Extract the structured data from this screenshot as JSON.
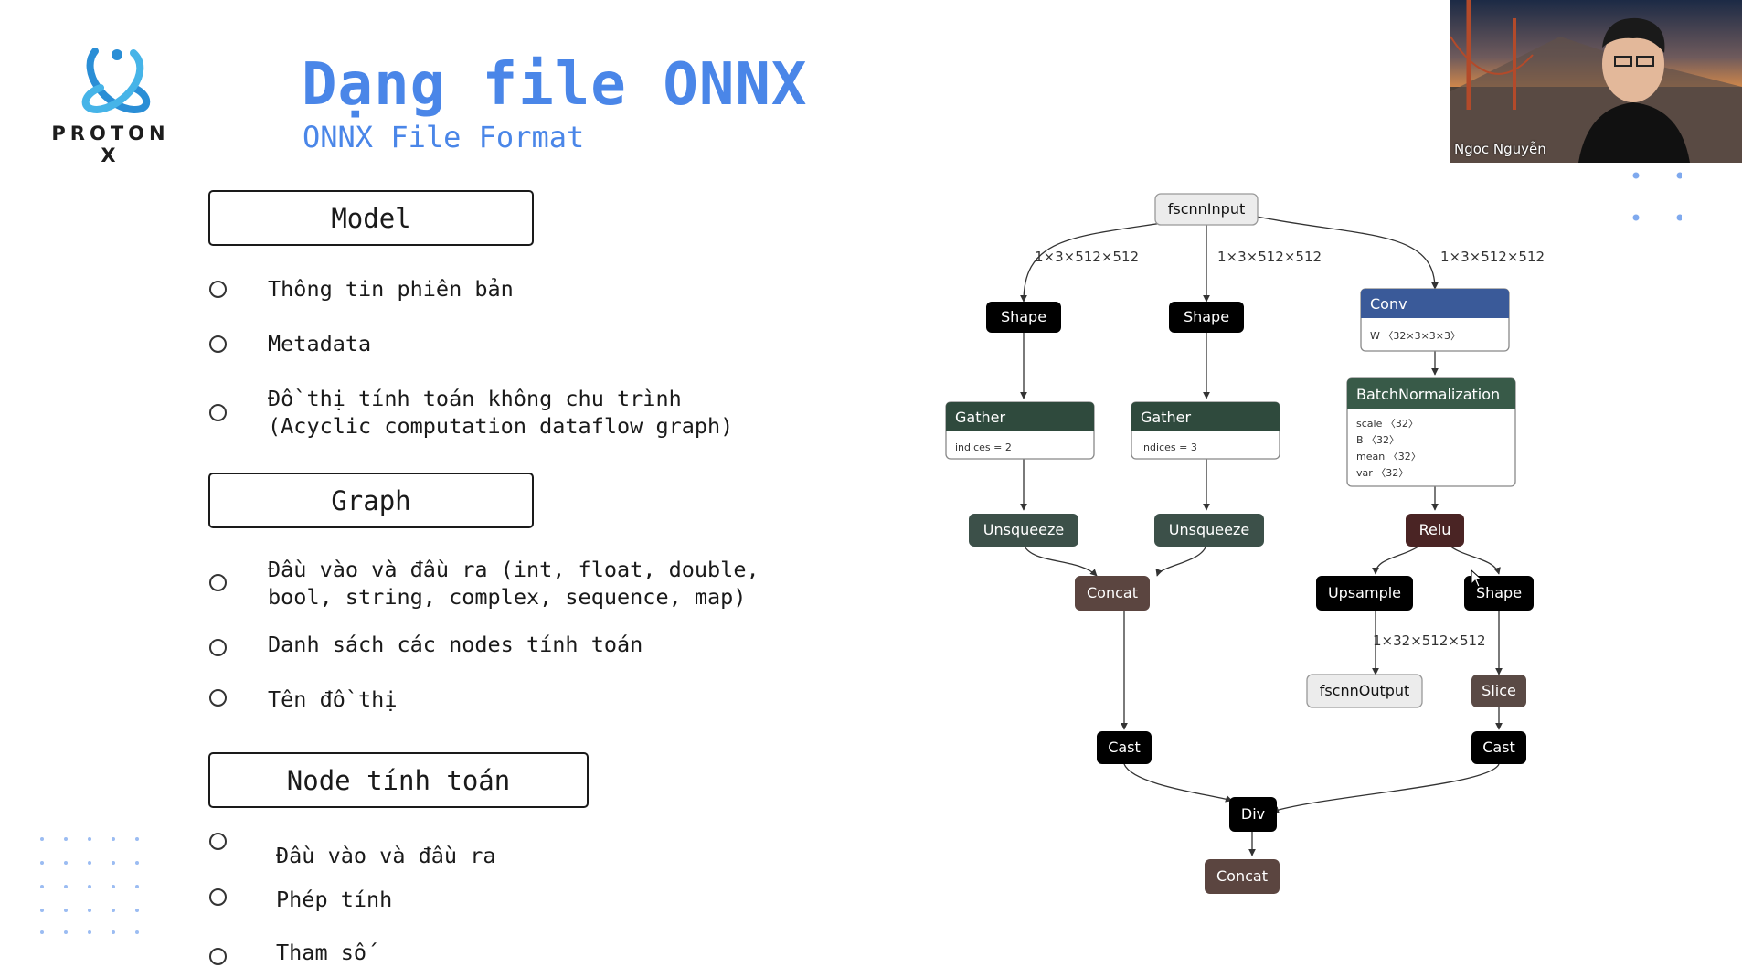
{
  "logo": {
    "text": "PROTON X",
    "icon": "protonx-logo-icon"
  },
  "title": "Dạng file ONNX",
  "subtitle": "ONNX File Format",
  "sections": [
    {
      "heading": "Model",
      "items": [
        "Thông tin phiên bản",
        "Metadata",
        "Đồ thị tính toán không chu trình\n(Acyclic computation dataflow graph)"
      ]
    },
    {
      "heading": "Graph",
      "items": [
        "Đầu vào và đầu ra (int, float, double,\nbool, string, complex, sequence, map)",
        "Danh sách các nodes tính toán",
        "Tên đồ thị"
      ]
    },
    {
      "heading": "Node tính toán",
      "items": [
        "Đầu vào và đầu ra",
        "Phép tính",
        "Tham số"
      ]
    }
  ],
  "webcam": {
    "name": "Ngoc Nguyễn"
  },
  "graph": {
    "nodes": {
      "input": "fscnnInput",
      "shape1": "Shape",
      "shape2": "Shape",
      "gather1": {
        "title": "Gather",
        "attr": "indices = 2"
      },
      "gather2": {
        "title": "Gather",
        "attr": "indices = 3"
      },
      "conv": {
        "title": "Conv",
        "attr": "W 〈32×3×3×3〉"
      },
      "bn": {
        "title": "BatchNormalization",
        "attrs": [
          "scale 〈32〉",
          "B 〈32〉",
          "mean 〈32〉",
          "var 〈32〉"
        ]
      },
      "unsq1": "Unsqueeze",
      "unsq2": "Unsqueeze",
      "relu": "Relu",
      "concat1": "Concat",
      "upsample": "Upsample",
      "shape3": "Shape",
      "output": "fscnnOutput",
      "slice": "Slice",
      "cast1": "Cast",
      "cast2": "Cast",
      "div": "Div",
      "concat2": "Concat"
    },
    "edge_labels": {
      "e1": "1×3×512×512",
      "e2": "1×3×512×512",
      "e3": "1×3×512×512",
      "e4": "1×32×512×512"
    },
    "colors": {
      "dark": "#000000",
      "gather": "#2f4a3d",
      "unsqueeze": "#3c5049",
      "conv": "#3a5a99",
      "bn": "#385a48",
      "relu": "#4a2424",
      "concat": "#5b4540",
      "slice": "#5a4a45",
      "io_fill": "#ececec",
      "accent": "#4a86e8"
    }
  }
}
